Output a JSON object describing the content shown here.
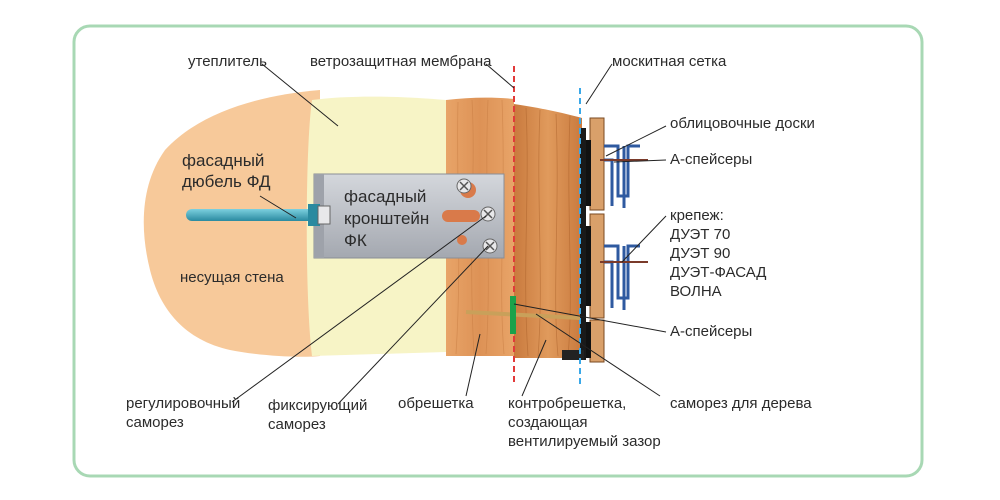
{
  "labels": {
    "insulation": "утеплитель",
    "wind_membrane": "ветрозащитная мембрана",
    "mosquito_net": "москитная сетка",
    "cladding_boards": "облицовочные доски",
    "a_spacers_top": "А-спейсеры",
    "fasteners_title": "крепеж:",
    "fasteners_1": "ДУЭТ 70",
    "fasteners_2": "ДУЭТ 90",
    "fasteners_3": "ДУЭТ-ФАСАД",
    "fasteners_4": "ВОЛНА",
    "a_spacers_bottom": "А-спейсеры",
    "wood_screw": "саморез для дерева",
    "counter_batten_1": "контробрешетка,",
    "counter_batten_2": "создающая",
    "counter_batten_3": "вентилируемый зазор",
    "batten": "обрешетка",
    "fixing_screw_1": "фиксирующий",
    "fixing_screw_2": "саморез",
    "adjusting_screw_1": "регулировочный",
    "adjusting_screw_2": "саморез",
    "dowel_1": "фасадный",
    "dowel_2": "дюбель ФД",
    "bearing_wall": "несущая стена",
    "bracket_1": "фасадный",
    "bracket_2": "кронштейн",
    "bracket_3": "ФК"
  },
  "colors": {
    "frame": "#a8d8b4",
    "wall": "#f7c99a",
    "insulation": "#f7f4c4",
    "wood": "#e39a5e",
    "wood_dark": "#c8783c",
    "bracket": "#b8bcc4",
    "dowel": "#3aa0b4",
    "membrane_line": "#e23a3a",
    "net_line": "#3aa8e8",
    "spacer": "#3a64a8",
    "cladding": "#d9a06a",
    "leader": "#222222"
  }
}
